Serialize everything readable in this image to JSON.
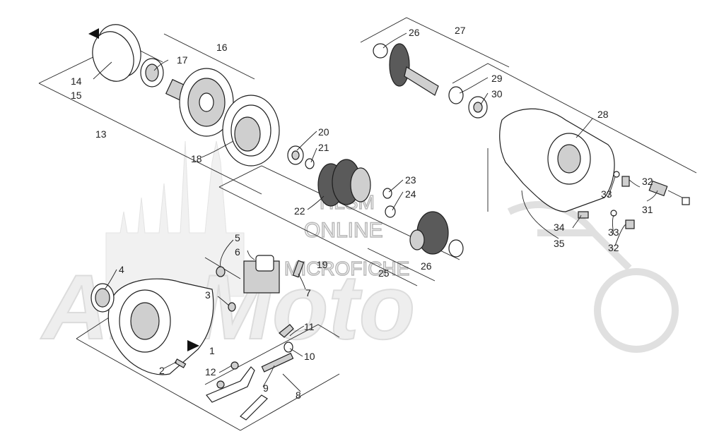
{
  "watermark": {
    "line1": "HLSM",
    "line2": "ONLINE",
    "line3": "MICROFICHE",
    "brand": "ArcMoto"
  },
  "callouts": {
    "c1": "1",
    "c2": "2",
    "c3": "3",
    "c4": "4",
    "c5": "5",
    "c6": "6",
    "c7": "7",
    "c8": "8",
    "c9": "9",
    "c10": "10",
    "c11": "11",
    "c12": "12",
    "c13": "13",
    "c14": "14",
    "c15": "15",
    "c16": "16",
    "c17": "17",
    "c18": "18",
    "c19": "19",
    "c20": "20",
    "c21": "21",
    "c22": "22",
    "c23": "23",
    "c24": "24",
    "c25": "25",
    "c26a": "26",
    "c26b": "26",
    "c27": "27",
    "c28": "28",
    "c29": "29",
    "c30": "30",
    "c31": "31",
    "c32a": "32",
    "c32b": "32",
    "c33a": "33",
    "c33b": "33",
    "c34": "34",
    "c35": "35"
  },
  "colors": {
    "ink": "#1e1e1e",
    "watermark": "#dcdcdc"
  }
}
